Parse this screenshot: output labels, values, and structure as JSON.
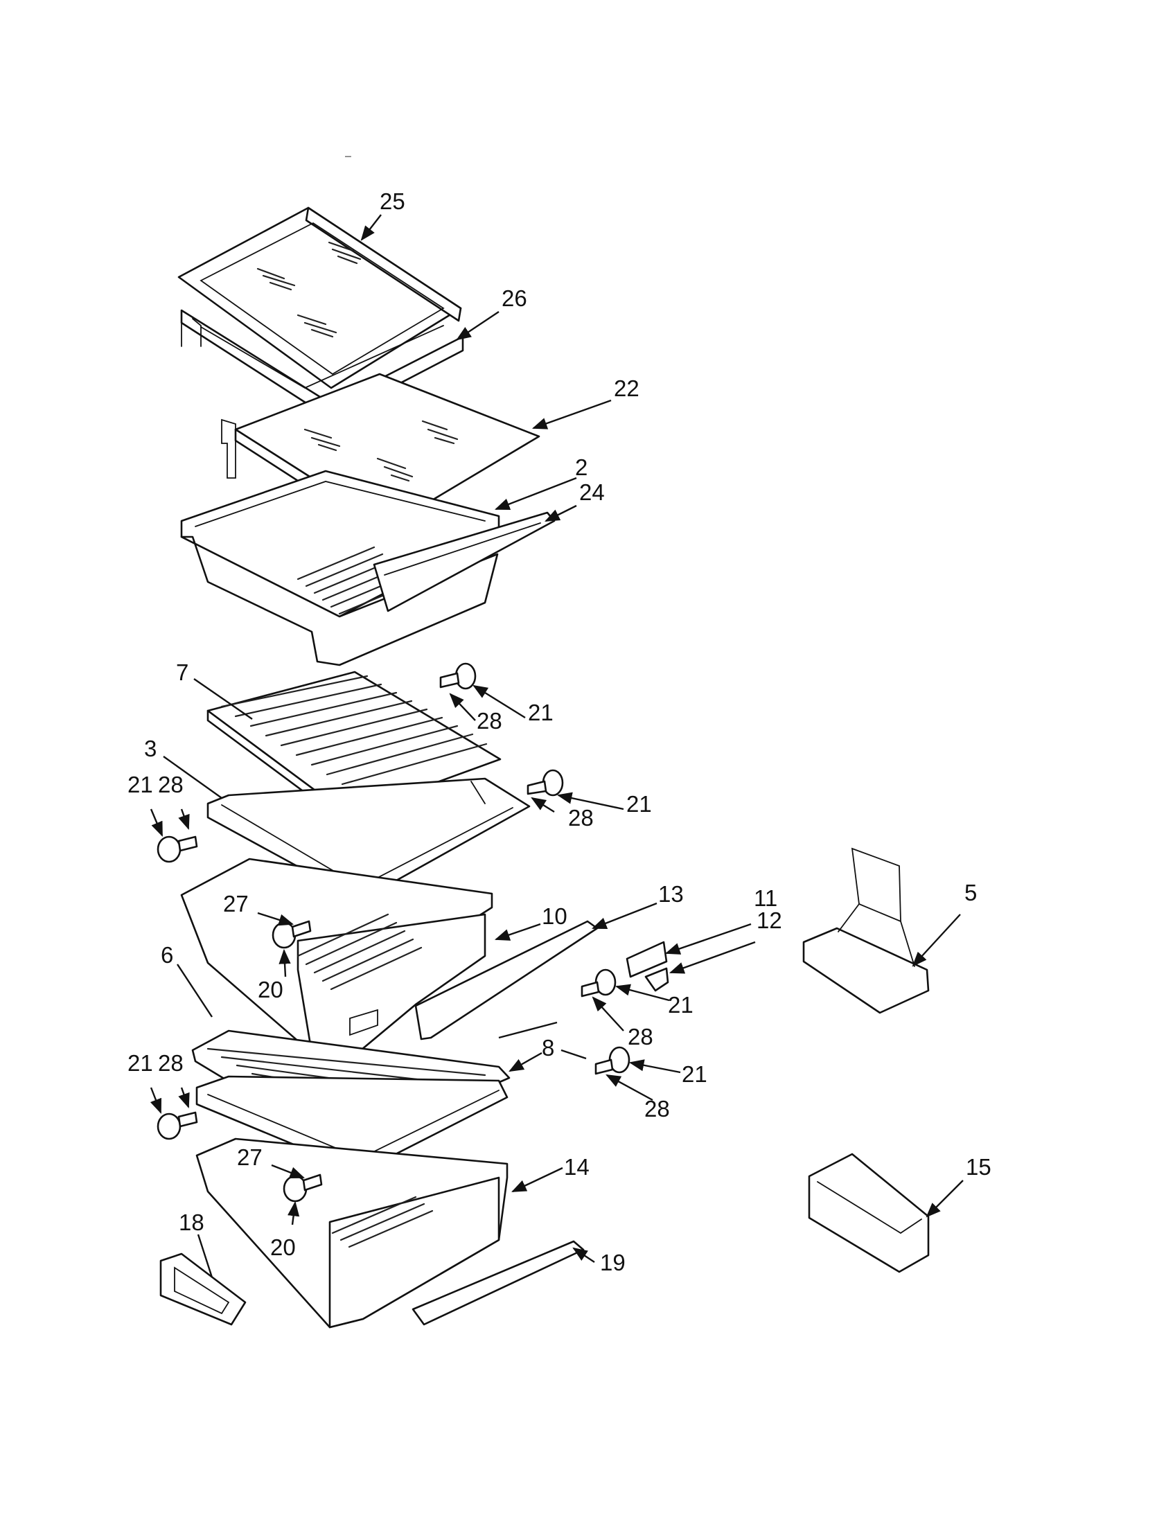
{
  "diagram": {
    "top_mark": "–",
    "callouts": [
      {
        "id": "c25a",
        "text": "25"
      },
      {
        "id": "c26a",
        "text": "26"
      },
      {
        "id": "c22a",
        "text": "22"
      },
      {
        "id": "c2a",
        "text": "2"
      },
      {
        "id": "c24a",
        "text": "24"
      },
      {
        "id": "c7a",
        "text": "7"
      },
      {
        "id": "c28a",
        "text": "28"
      },
      {
        "id": "c21a",
        "text": "21"
      },
      {
        "id": "c3a",
        "text": "3"
      },
      {
        "id": "c21b",
        "text": "21"
      },
      {
        "id": "c28b",
        "text": "28"
      },
      {
        "id": "c21c",
        "text": "21"
      },
      {
        "id": "c28c",
        "text": "28"
      },
      {
        "id": "c27a",
        "text": "27"
      },
      {
        "id": "c10a",
        "text": "10"
      },
      {
        "id": "c13a",
        "text": "13"
      },
      {
        "id": "c11a",
        "text": "11"
      },
      {
        "id": "c12a",
        "text": "12"
      },
      {
        "id": "c5a",
        "text": "5"
      },
      {
        "id": "c6a",
        "text": "6"
      },
      {
        "id": "c20a",
        "text": "20"
      },
      {
        "id": "c21d",
        "text": "21"
      },
      {
        "id": "c28d",
        "text": "28"
      },
      {
        "id": "c8a",
        "text": "8"
      },
      {
        "id": "c21e",
        "text": "21"
      },
      {
        "id": "c28e",
        "text": "28"
      },
      {
        "id": "c21f",
        "text": "21"
      },
      {
        "id": "c28f",
        "text": "28"
      },
      {
        "id": "c27b",
        "text": "27"
      },
      {
        "id": "c14a",
        "text": "14"
      },
      {
        "id": "c15a",
        "text": "15"
      },
      {
        "id": "c18a",
        "text": "18"
      },
      {
        "id": "c20b",
        "text": "20"
      },
      {
        "id": "c19a",
        "text": "19"
      }
    ]
  }
}
